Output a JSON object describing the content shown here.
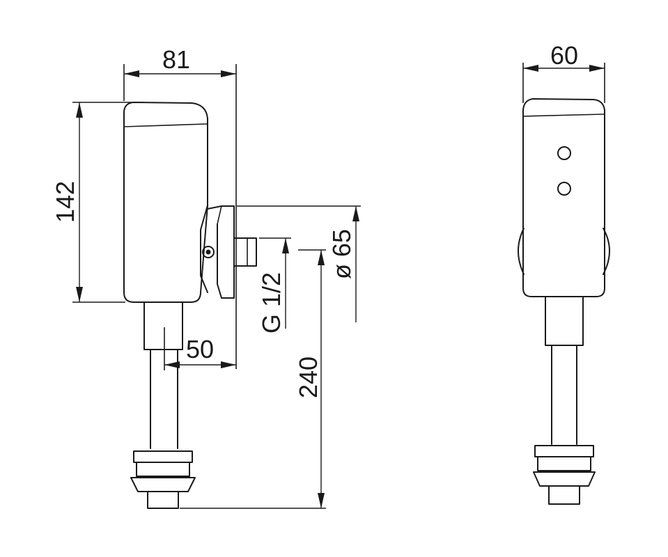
{
  "side_view": {
    "dim_width": "81",
    "dim_height": "142",
    "dim_offset": "50",
    "dim_thread": "G 1/2",
    "dim_diameter": "ø 65",
    "dim_total": "240"
  },
  "front_view": {
    "dim_width": "60"
  }
}
